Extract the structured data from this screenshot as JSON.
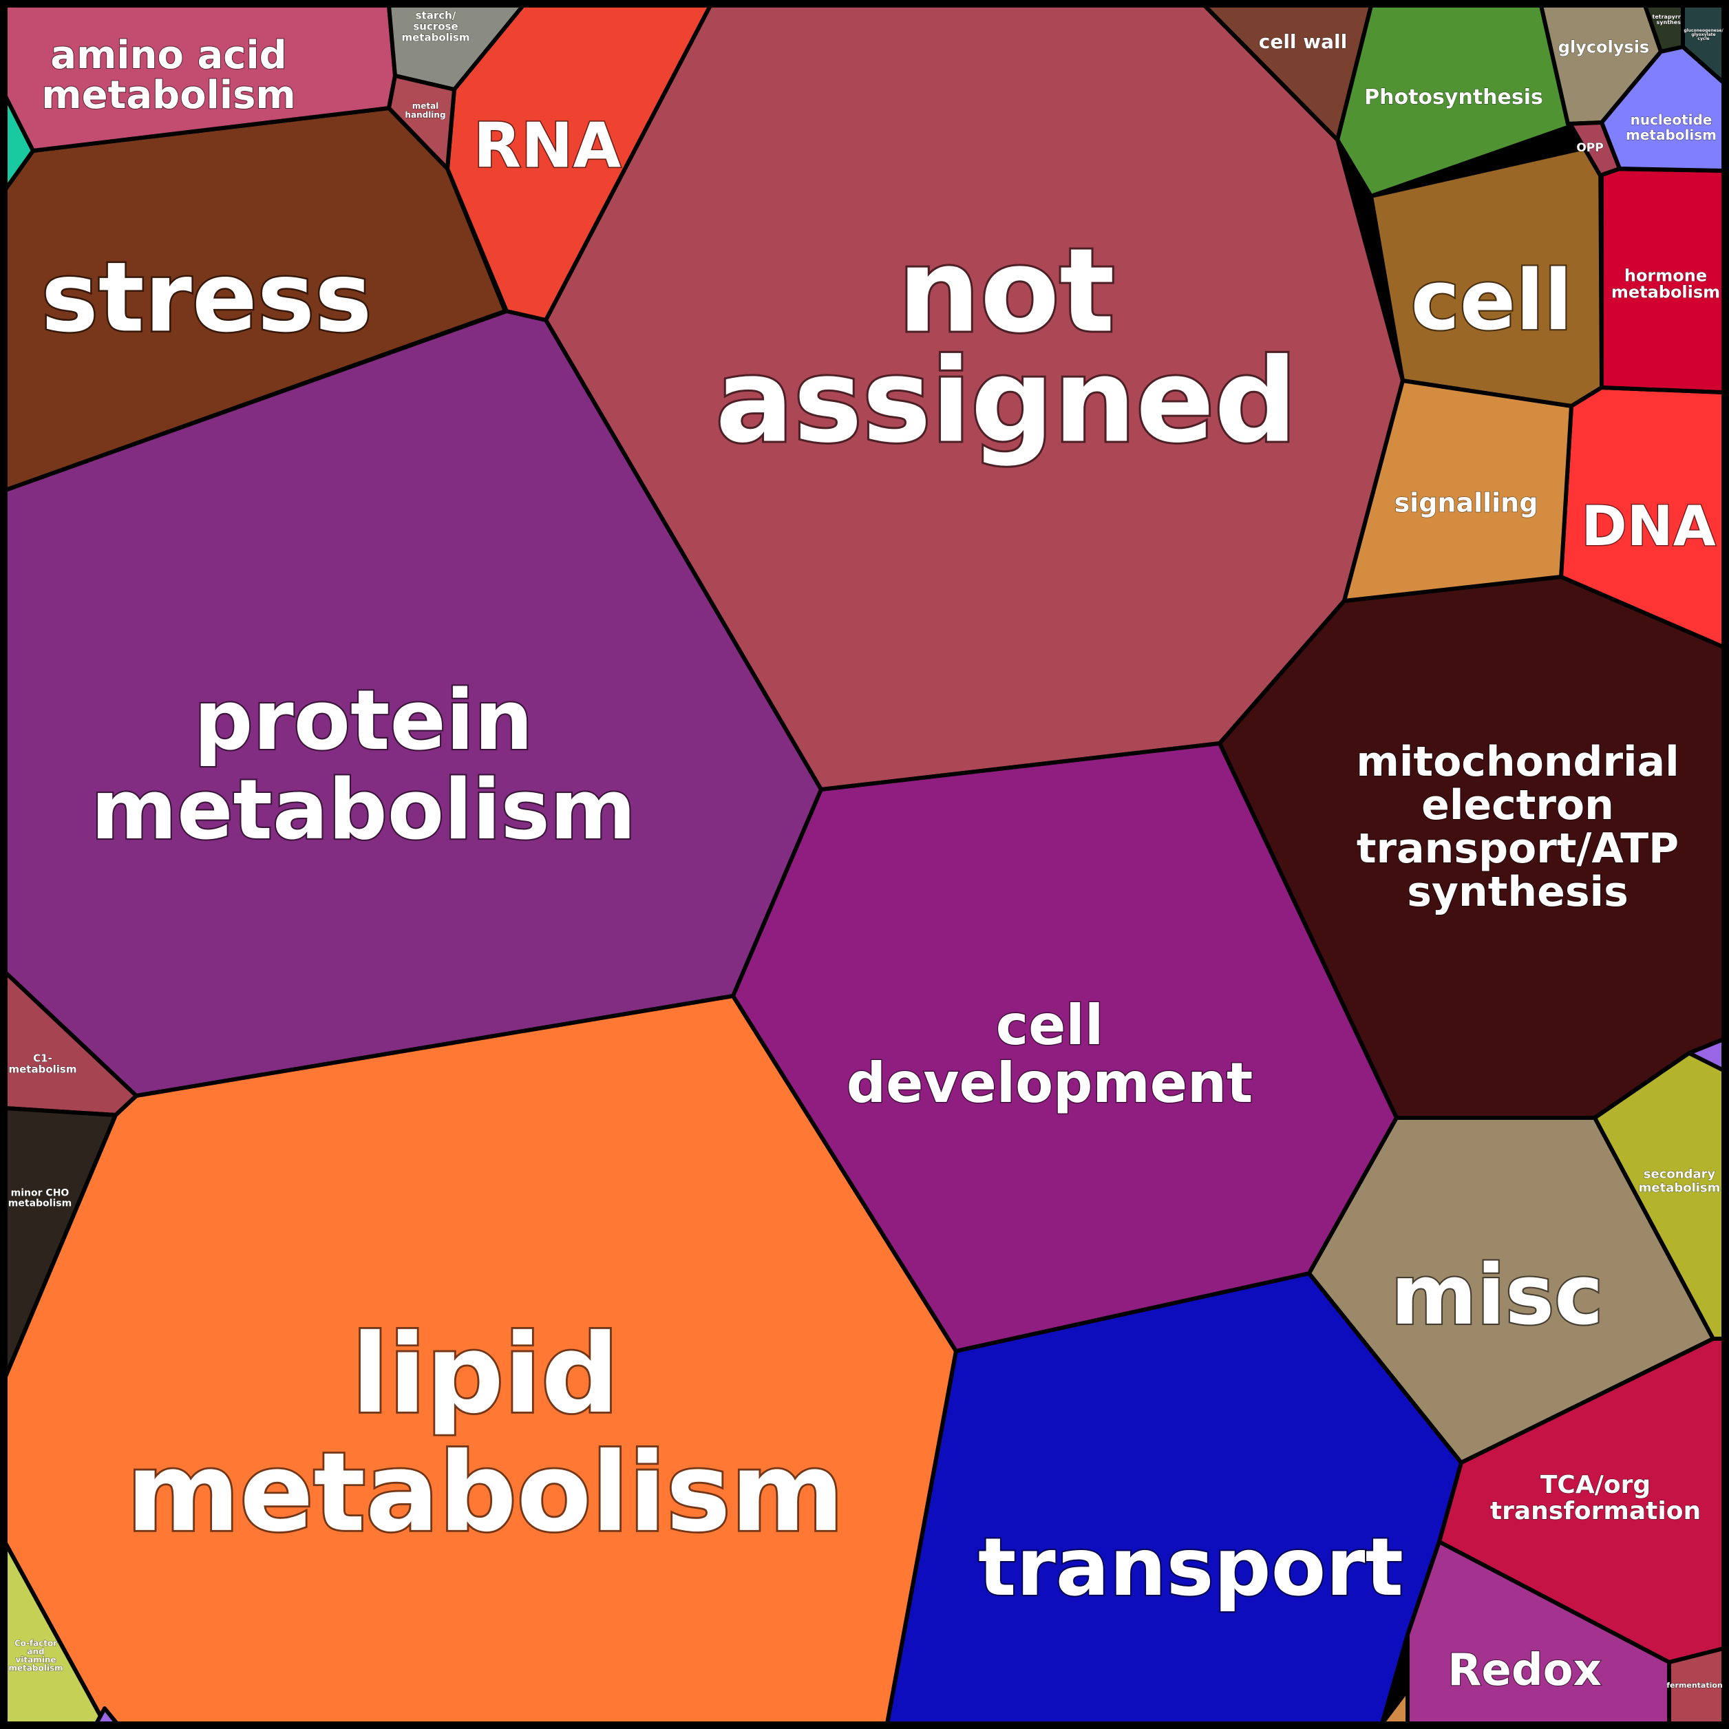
{
  "chart_data": {
    "type": "voronoi-treemap",
    "title": "",
    "cells": [
      {
        "label": "not assigned",
        "color": "#AC4755"
      },
      {
        "label": "protein metabolism",
        "color": "#832D82"
      },
      {
        "label": "lipid metabolism",
        "color": "#FF7834"
      },
      {
        "label": "cell development",
        "color": "#8F1E80"
      },
      {
        "label": "transport",
        "color": "#0D0DBD"
      },
      {
        "label": "mitochondrial electron transport/ATP synthesis",
        "color": "#400E0F"
      },
      {
        "label": "stress",
        "color": "#78371A"
      },
      {
        "label": "misc",
        "color": "#9C896A"
      },
      {
        "label": "RNA",
        "color": "#EE4330"
      },
      {
        "label": "cell",
        "color": "#9A6726"
      },
      {
        "label": "DNA",
        "color": "#FF3434"
      },
      {
        "label": "signalling",
        "color": "#D48D40"
      },
      {
        "label": "amino acid metabolism",
        "color": "#C24D71"
      },
      {
        "label": "Photosynthesis",
        "color": "#4F9333"
      },
      {
        "label": "hormone metabolism",
        "color": "#D10031"
      },
      {
        "label": "TCA/org transformation",
        "color": "#C41344"
      },
      {
        "label": "Redox",
        "color": "#A3338F"
      },
      {
        "label": "secondary metabolism",
        "color": "#B4B42C"
      },
      {
        "label": "cell wall",
        "color": "#7A4131"
      },
      {
        "label": "glycolysis",
        "color": "#988B6E"
      },
      {
        "label": "nucleotide metabolism",
        "color": "#8080FF"
      },
      {
        "label": "starch/ sucrose metabolism",
        "color": "#8A8C84"
      },
      {
        "label": "metal handling",
        "color": "#AF4B54"
      },
      {
        "label": "OPP",
        "color": "#A94358"
      },
      {
        "label": "C1-metabolism",
        "color": "#A74452"
      },
      {
        "label": "minor CHO metabolism",
        "color": "#2C241D"
      },
      {
        "label": "Co-factor and vitamine metabolism",
        "color": "#C4D156"
      },
      {
        "label": "fermentation",
        "color": "#AE4550"
      },
      {
        "label": "tetrapyrrole synthesis",
        "color": "#2C3724"
      },
      {
        "label": "gluconeogenese/ glyoxylate cycle",
        "color": "#264141"
      },
      {
        "label": "",
        "color": "#19C9A0"
      },
      {
        "label": "",
        "color": "#9966E6"
      },
      {
        "label": "",
        "color": "#D08A45"
      },
      {
        "label": "",
        "color": "#9966E6"
      }
    ]
  }
}
